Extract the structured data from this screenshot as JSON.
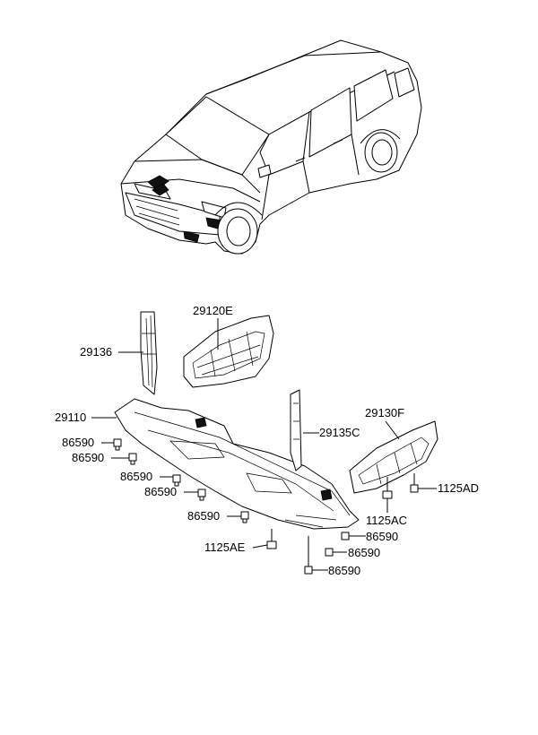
{
  "labels": {
    "l29120e": "29120E",
    "l29136": "29136",
    "l29110": "29110",
    "l86590_a": "86590",
    "l86590_b": "86590",
    "l86590_c": "86590",
    "l86590_d": "86590",
    "l86590_e": "86590",
    "l29135c": "29135C",
    "l29130f": "29130F",
    "l1125ad": "1125AD",
    "l1125ac": "1125AC",
    "l86590_f": "86590",
    "l86590_g": "86590",
    "l1125ae": "1125AE",
    "l86590_h": "86590"
  }
}
